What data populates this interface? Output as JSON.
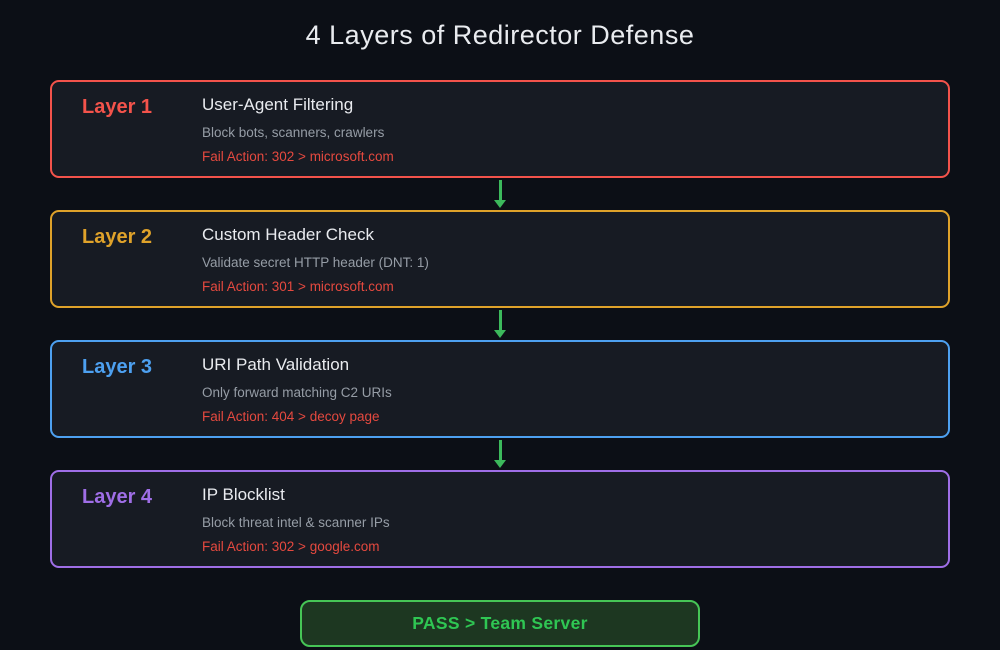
{
  "title": "4 Layers of Redirector Defense",
  "layers": [
    {
      "label": "Layer 1",
      "name": "User-Agent Filtering",
      "description": "Block bots, scanners, crawlers",
      "fail_action": "Fail Action: 302 > microsoft.com",
      "color": "#f3534b"
    },
    {
      "label": "Layer 2",
      "name": "Custom Header Check",
      "description": "Validate secret HTTP header (DNT: 1)",
      "fail_action": "Fail Action: 301 > microsoft.com",
      "color": "#dfa22a"
    },
    {
      "label": "Layer 3",
      "name": "URI Path Validation",
      "description": "Only forward matching C2 URIs",
      "fail_action": "Fail Action: 404 > decoy page",
      "color": "#4da0f0"
    },
    {
      "label": "Layer 4",
      "name": "IP Blocklist",
      "description": "Block threat intel & scanner IPs",
      "fail_action": "Fail Action: 302 > google.com",
      "color": "#9f6ee6"
    }
  ],
  "pass": {
    "label": "PASS > Team Server",
    "text_color": "#2fc653",
    "border_color": "#46c556",
    "bg_color": "#1d3721"
  },
  "colors": {
    "page_bg": "#0c0f16",
    "card_bg": "#171b23",
    "title_text": "#e9ebef",
    "subtitle": "#969da6",
    "fail": "#e5493f",
    "arrow": "#3cb95c"
  }
}
